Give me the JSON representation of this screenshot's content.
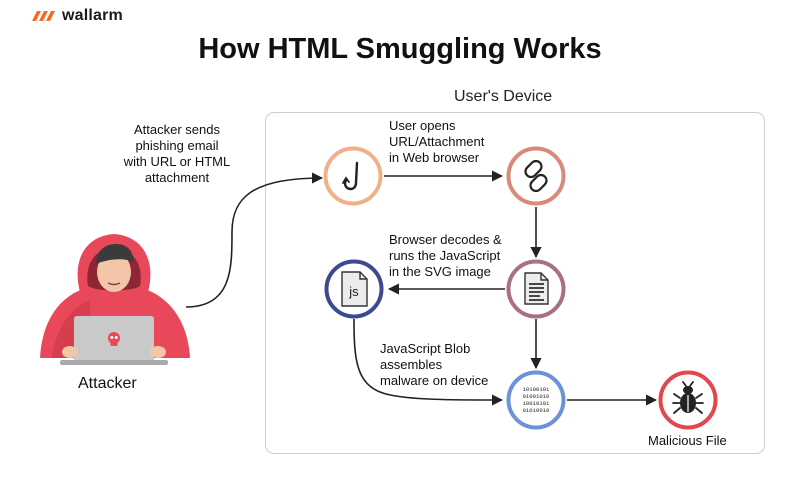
{
  "brand": {
    "name": "wallarm"
  },
  "title": "How HTML Smuggling Works",
  "device_label": "User's Device",
  "annotations": {
    "attacker_sends": "Attacker sends\nphishing email\nwith URL or HTML\nattachment",
    "user_opens": "User opens\nURL/Attachment\nin Web browser",
    "browser_decodes": "Browser decodes &\nruns the JavaScript\nin the SVG image",
    "blob_assembles": "JavaScript Blob\nassembles\nmalware on device"
  },
  "nodes": {
    "hook": {
      "icon": "fishing-hook-icon",
      "color": "#f2b08a"
    },
    "link": {
      "icon": "link-icon",
      "color": "#d98a7a"
    },
    "document": {
      "icon": "document-icon",
      "color": "#a9707e"
    },
    "js": {
      "icon": "js-file-icon",
      "label": "js",
      "color": "#3d4a90"
    },
    "binary": {
      "icon": "binary-data-icon",
      "lines": [
        "10100101",
        "01001010",
        "10010101",
        "01010010"
      ],
      "color": "#6c93d9"
    },
    "malware": {
      "icon": "bug-icon",
      "color": "#e2474e"
    }
  },
  "attacker_label": "Attacker",
  "malicious_label": "Malicious File",
  "colors": {
    "brand": "#f26d21",
    "hoodie": "#e8485a",
    "laptop": "#c9c9c9",
    "arrow": "#222222"
  }
}
